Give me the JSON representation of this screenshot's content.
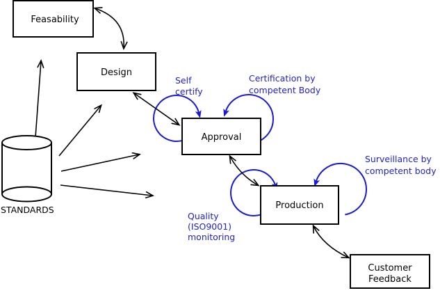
{
  "diagram": {
    "background": "#ffffff",
    "line_color": "#000000",
    "annotation_color": "#2222cc",
    "loop_color": "#1a1ad6",
    "nodes": {
      "feasability": {
        "label": "Feasability"
      },
      "design": {
        "label": "Design"
      },
      "approval": {
        "label": "Approval"
      },
      "production": {
        "label": "Production"
      },
      "customer_feedback": {
        "line1": "Customer",
        "line2": "Feedback"
      },
      "standards": {
        "label": "STANDARDS"
      }
    },
    "annotations": {
      "self_certify": {
        "line1": "Self",
        "line2": "certify"
      },
      "certification": {
        "line1": "Certification by",
        "line2": "competent Body"
      },
      "surveillance": {
        "line1": "Surveillance by",
        "line2": "competent body"
      },
      "quality": {
        "line1": "Quality",
        "line2": "(ISO9001)",
        "line3": "monitoring"
      }
    },
    "edges": [
      {
        "from": "feasability",
        "to": "design",
        "type": "bidirectional"
      },
      {
        "from": "design",
        "to": "approval",
        "type": "bidirectional"
      },
      {
        "from": "approval",
        "to": "production",
        "type": "bidirectional"
      },
      {
        "from": "production",
        "to": "customer_feedback",
        "type": "bidirectional"
      },
      {
        "from": "standards",
        "to": "feasability",
        "type": "directed"
      },
      {
        "from": "standards",
        "to": "design",
        "type": "directed"
      },
      {
        "from": "standards",
        "to": "approval",
        "type": "directed"
      },
      {
        "from": "standards",
        "to": "production",
        "type": "directed"
      }
    ],
    "self_loops": [
      {
        "on": "approval",
        "annotation": "self_certify"
      },
      {
        "on": "approval",
        "annotation": "certification"
      },
      {
        "on": "production",
        "annotation": "quality"
      },
      {
        "on": "production",
        "annotation": "surveillance"
      }
    ]
  }
}
